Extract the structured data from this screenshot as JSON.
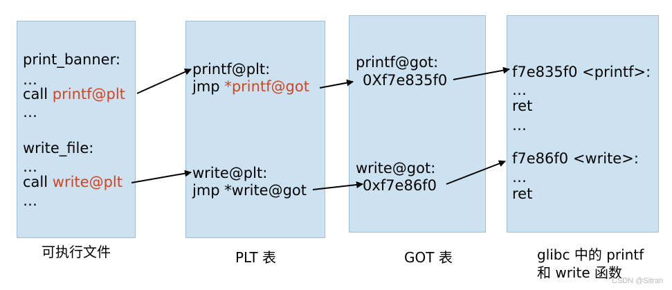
{
  "executable": {
    "banner_label": "print_banner:",
    "dots1": "…",
    "call_word": "call",
    "printf_plt": "printf@plt",
    "dots2": "…",
    "write_label": "write_file:",
    "dots3": "…",
    "write_plt": "write@plt",
    "dots4": "…",
    "caption": "可执行文件"
  },
  "plt": {
    "printf_label": "printf@plt:",
    "jmp_word": "jmp",
    "printf_target": "*printf@got",
    "write_label": "write@plt:",
    "write_jmp": "jmp *write@got",
    "caption": "PLT 表"
  },
  "got": {
    "printf_label": "printf@got:",
    "printf_addr": "0Xf7e835f0",
    "write_label": "write@got:",
    "write_addr": "0xf7e86f0",
    "caption": "GOT 表"
  },
  "glibc": {
    "printf_entry": "f7e835f0 <printf>:",
    "p_dots1": "…",
    "p_ret": "ret",
    "p_dots2": "…",
    "write_entry": "f7e86f0 <write>:",
    "w_dots": "…",
    "w_ret": "ret",
    "caption_line1": "glibc 中的 printf",
    "caption_line2": "和 write 函数"
  },
  "watermark": "CSDN @Sitran",
  "colors": {
    "box_fill": "#cce2f0",
    "highlight": "#d2441f"
  }
}
